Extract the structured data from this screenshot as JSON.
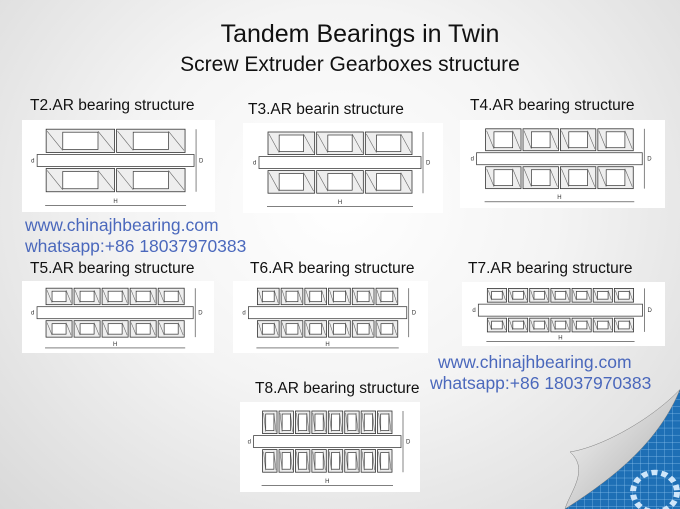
{
  "title": {
    "line1": "Tandem Bearings in Twin",
    "line2": "Screw Extruder Gearboxes structure"
  },
  "structures": [
    {
      "label": "T2.AR bearing structure",
      "units": 2
    },
    {
      "label": "T3.AR bearin structure",
      "units": 3
    },
    {
      "label": "T4.AR bearing structure",
      "units": 4
    },
    {
      "label": "T5.AR bearing structure",
      "units": 5
    },
    {
      "label": "T6.AR bearing structure",
      "units": 6
    },
    {
      "label": "T7.AR bearing structure",
      "units": 7
    },
    {
      "label": "T8.AR bearing structure",
      "units": 8
    }
  ],
  "dimension_labels": {
    "H": "H",
    "D": "D",
    "d": "d"
  },
  "watermarks": [
    {
      "website": "www.chinajhbearing.com",
      "whatsapp": "whatsapp:+86 18037970383"
    },
    {
      "website": "www.chinajhbearing.com",
      "whatsapp": "whatsapp:+86 18037970383"
    }
  ],
  "colors": {
    "watermark": "#3d5db8",
    "curl": "#1e6fb5"
  }
}
